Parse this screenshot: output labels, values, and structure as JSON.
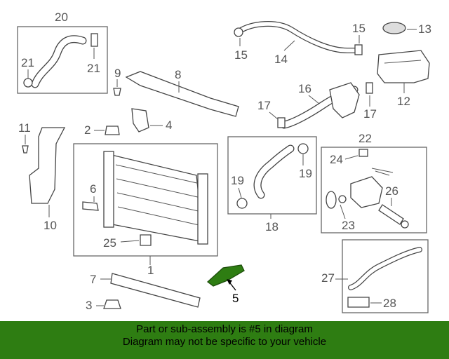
{
  "diagram": {
    "highlight_color": "#2e7d12",
    "callouts": {
      "c1": "1",
      "c2": "2",
      "c3": "3",
      "c4": "4",
      "c5": "5",
      "c6": "6",
      "c7": "7",
      "c8": "8",
      "c9": "9",
      "c10": "10",
      "c11": "11",
      "c12": "12",
      "c13": "13",
      "c14": "14",
      "c15a": "15",
      "c15b": "15",
      "c16": "16",
      "c17a": "17",
      "c17b": "17",
      "c18": "18",
      "c19a": "19",
      "c19b": "19",
      "c20": "20",
      "c21a": "21",
      "c21b": "21",
      "c22": "22",
      "c23": "23",
      "c24": "24",
      "c25": "25",
      "c26": "26",
      "c27": "27",
      "c28": "28"
    }
  },
  "banner": {
    "line1": "Part or sub-assembly is #5 in diagram",
    "line2": "Diagram may not be specific to your vehicle",
    "background": "#2e7d12"
  }
}
